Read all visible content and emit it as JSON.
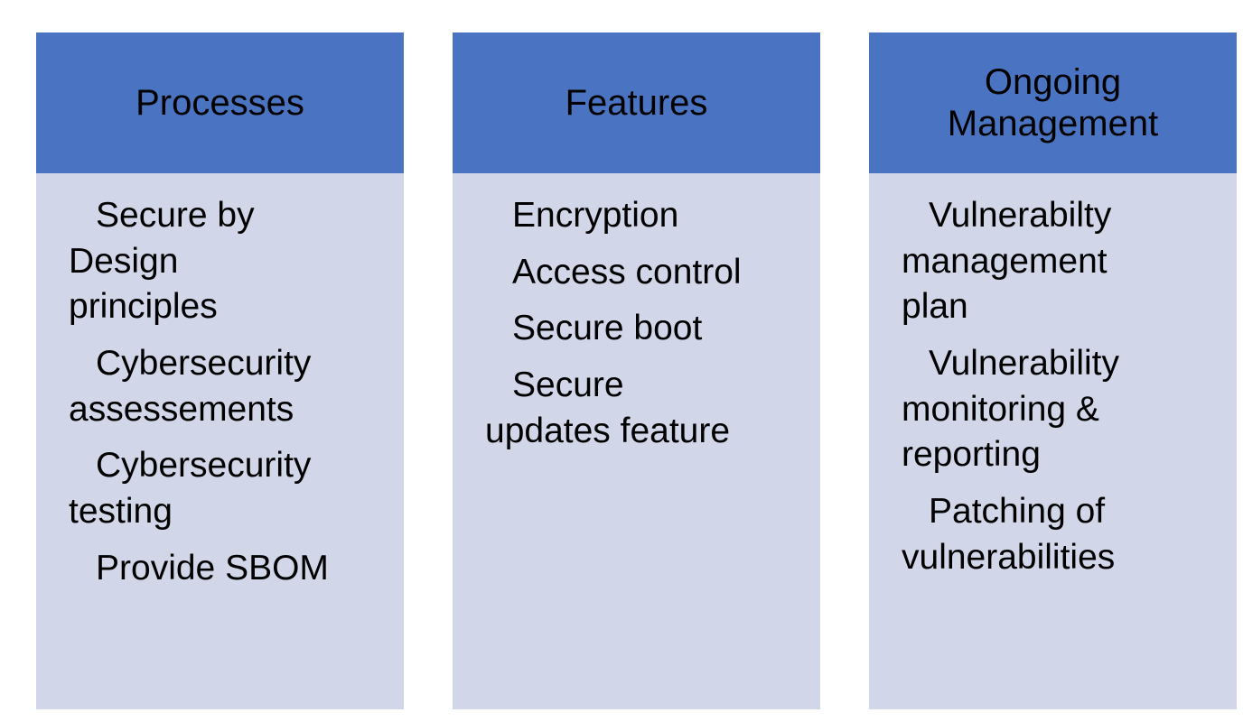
{
  "slide": {
    "background": "#ffffff"
  },
  "colors": {
    "header_bg": "#4a74c2",
    "body_bg": "#d1d7e8",
    "header_text": "#000000",
    "body_text": "#000000"
  },
  "columns": [
    {
      "title": "Processes",
      "items": [
        "Secure by\nDesign\nprinciples",
        "Cybersecurity\nassessements",
        "Cybersecurity\ntesting",
        "Provide SBOM"
      ]
    },
    {
      "title": "Features",
      "items": [
        "Encryption",
        "Access control",
        "Secure boot",
        "Secure\nupdates feature"
      ]
    },
    {
      "title": "Ongoing Management",
      "items": [
        "Vulnerabilty\nmanagement\nplan",
        "Vulnerability\nmonitoring &\nreporting",
        "Patching of\nvulnerabilities"
      ]
    }
  ]
}
